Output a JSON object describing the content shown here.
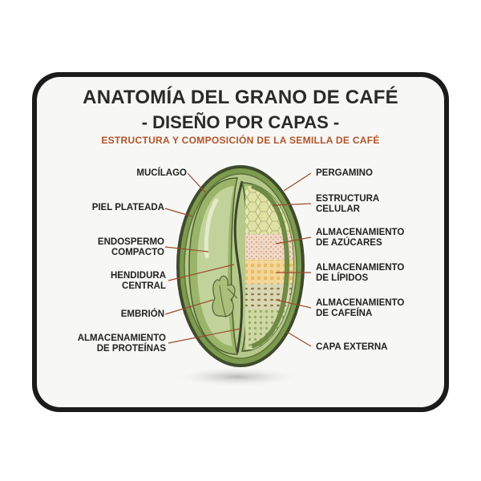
{
  "header": {
    "title": "ANATOMÍA DEL GRANO DE CAFÉ",
    "subtitle": "- DISEÑO POR CAPAS -",
    "tagline": "ESTRUCTURA Y COMPOSICIÓN DE LA SEMILLA DE CAFÉ"
  },
  "labels_left": {
    "mucilago": "MUCÍLAGO",
    "piel": "PIEL PLATEADA",
    "endospermo_1": "ENDOSPERMO",
    "endospermo_2": "COMPACTO",
    "hendidura_1": "HENDIDURA",
    "hendidura_2": "CENTRAL",
    "embrion": "EMBRIÓN",
    "proteinas_1": "ALMACENAMIENTO",
    "proteinas_2": "DE PROTEÍNAS"
  },
  "labels_right": {
    "pergamino": "PERGAMINO",
    "estructura_1": "ESTRUCTURA",
    "estructura_2": "CELULAR",
    "azucares_1": "ALMACENAMIENTO",
    "azucares_2": "DE AZÚCARES",
    "lipidos_1": "ALMACENAMIENTO",
    "lipidos_2": "DE LÍPIDOS",
    "cafeina_1": "ALMACENAMIENTO",
    "cafeina_2": "DE CAFEÍNA",
    "capa": "CAPA EXTERNA"
  },
  "colors": {
    "mat_border": "#1b1b1b",
    "mat_surface": "#f7f7f5",
    "leader": "#9a4a2a",
    "bean_outer": "#6f8f4a",
    "bean_inner": "#a9c07a"
  }
}
